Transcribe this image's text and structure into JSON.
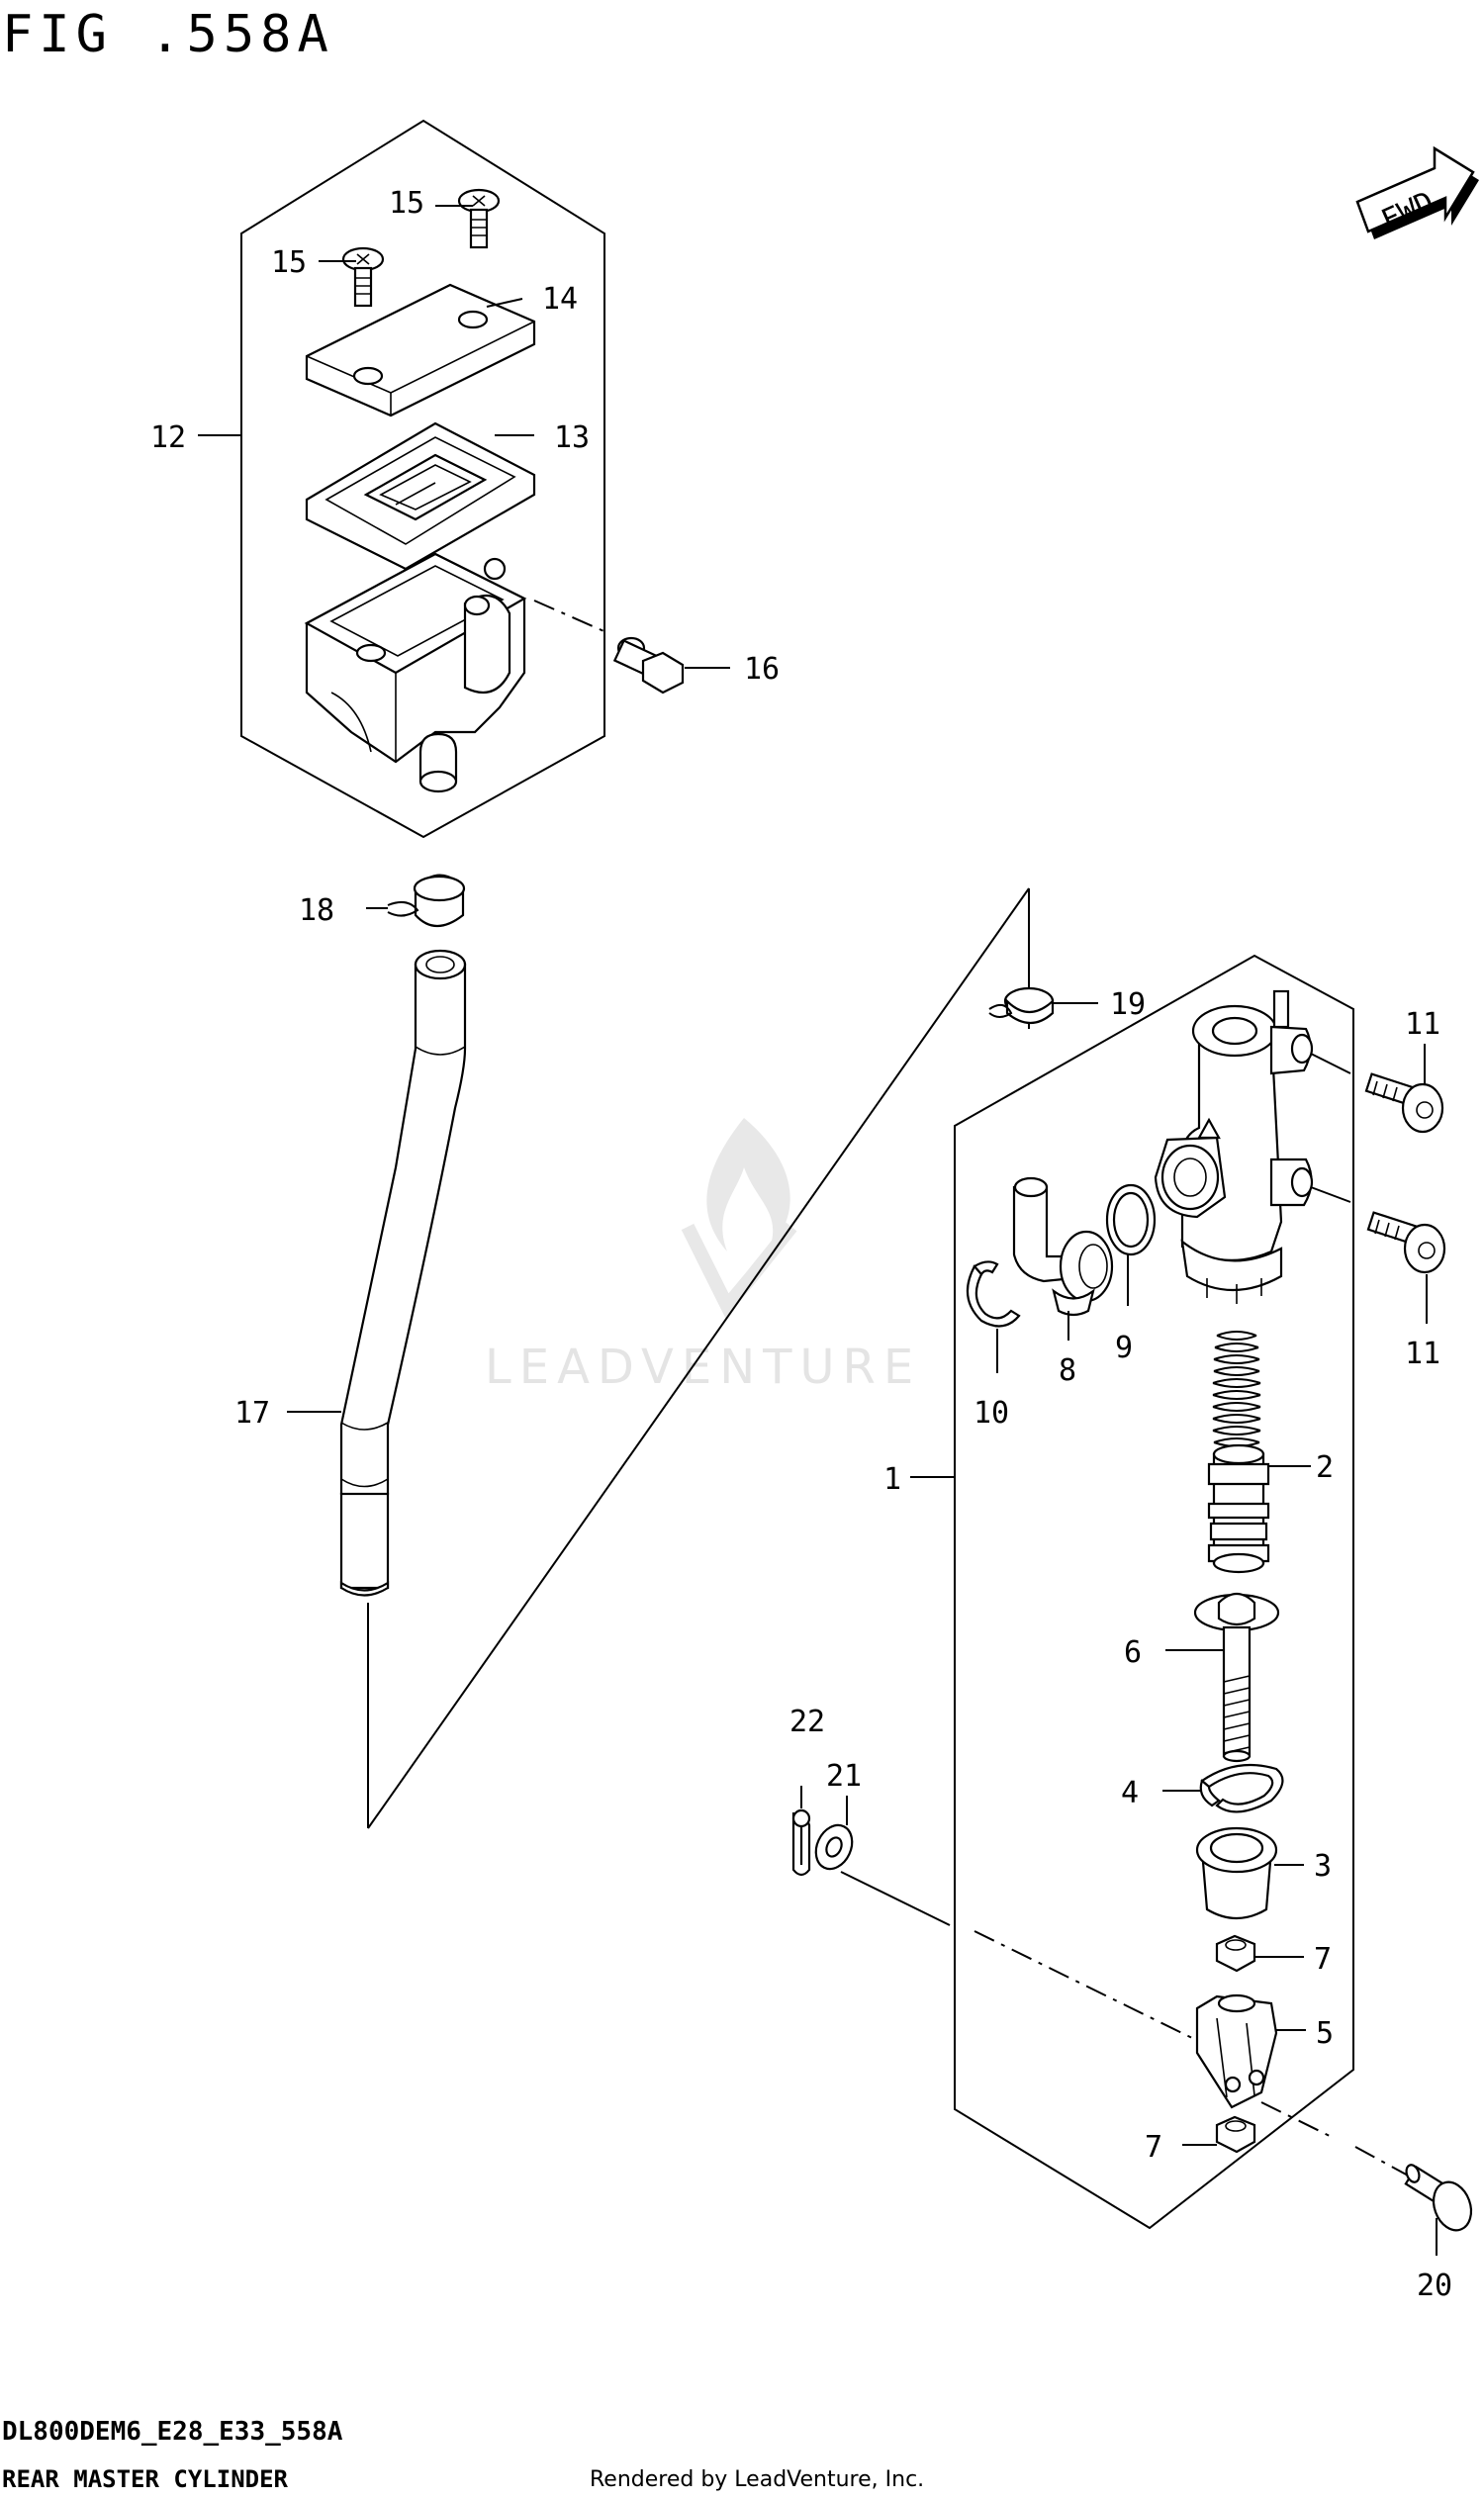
{
  "figure": {
    "title": "FIG .558A",
    "direction_badge": "FWD"
  },
  "callouts": {
    "c1": "1",
    "c2": "2",
    "c3": "3",
    "c4": "4",
    "c5": "5",
    "c6": "6",
    "c7a": "7",
    "c7b": "7",
    "c8": "8",
    "c9": "9",
    "c10": "10",
    "c11a": "11",
    "c11b": "11",
    "c12": "12",
    "c13": "13",
    "c14": "14",
    "c15a": "15",
    "c15b": "15",
    "c16": "16",
    "c17": "17",
    "c18": "18",
    "c19": "19",
    "c20": "20",
    "c21": "21",
    "c22": "22"
  },
  "watermark": {
    "text": "LEADVENTURE"
  },
  "footer": {
    "model_code": "DL800DEM6_E28_E33_558A",
    "section_name": "REAR MASTER CYLINDER",
    "rendered_by": "Rendered by LeadVenture, Inc."
  },
  "icons": [
    "fwd-arrow-icon",
    "leadventure-flame-logo"
  ]
}
